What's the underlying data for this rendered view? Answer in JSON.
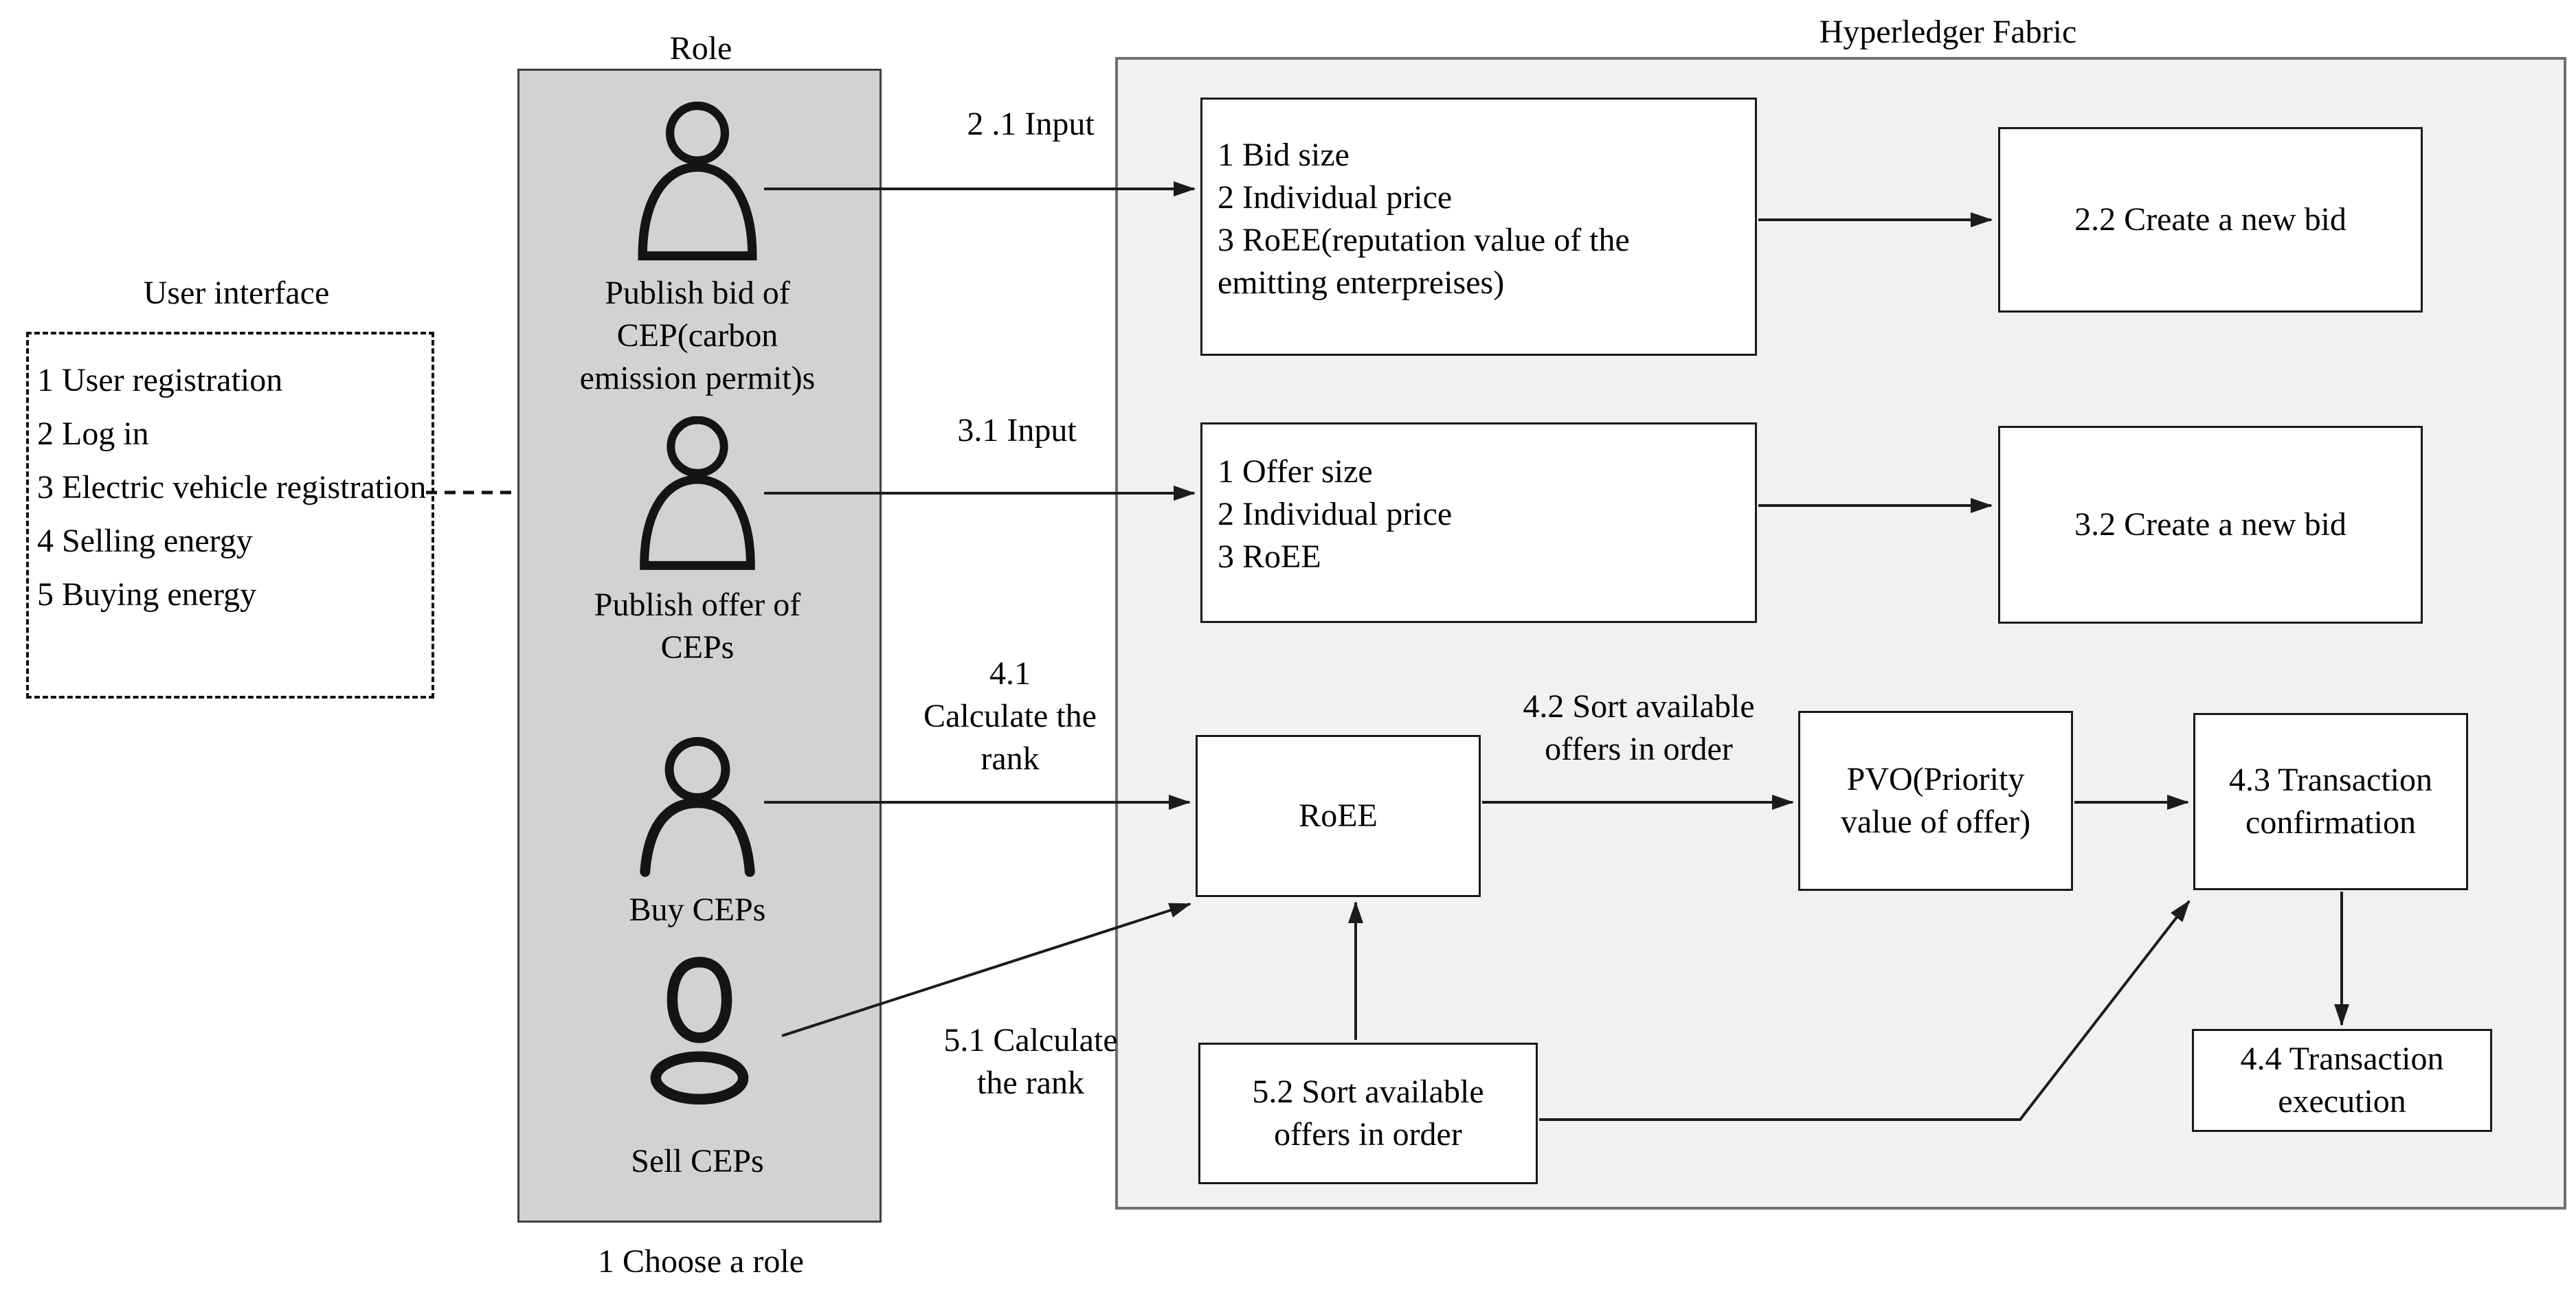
{
  "user_interface": {
    "title": "User interface",
    "items": [
      "1 User registration",
      "2 Log in",
      "3 Electric vehicle registration",
      "4 Selling energy",
      "5 Buying energy"
    ]
  },
  "role": {
    "title": "Role",
    "footer": "1 Choose a role",
    "roles": [
      {
        "icon": "person-icon",
        "label": "Publish bid of\nCEP(carbon\nemission permit)s"
      },
      {
        "icon": "person-icon",
        "label": "Publish offer of\nCEPs"
      },
      {
        "icon": "person-arc-icon",
        "label": "Buy CEPs"
      },
      {
        "icon": "person-bust-icon",
        "label": "Sell CEPs"
      }
    ]
  },
  "fabric": {
    "title": "Hyperledger Fabric",
    "nodes": {
      "bid_inputs": "1 Bid size\n2 Individual price\n3 RoEE(reputation value of the\nemitting enterpreises)",
      "create_bid_22": "2.2 Create a new bid",
      "offer_inputs": "1 Offer size\n2 Individual price\n3 RoEE",
      "create_bid_32": "3.2 Create a new bid",
      "roee": "RoEE",
      "pvo": "PVO(Priority\nvalue of offer)",
      "confirmation_43": "4.3 Transaction\nconfirmation",
      "sort_52": "5.2 Sort available\noffers in order",
      "execution_44": "4.4 Transaction\nexecution"
    }
  },
  "arrow_labels": {
    "input_21": "2 .1 Input",
    "input_31": "3.1 Input",
    "calc_41": "4.1\nCalculate the\nrank",
    "sort_42": "4.2 Sort available\noffers in order",
    "calc_51": "5.1 Calculate\nthe rank"
  },
  "colors": {
    "role_fill": "#d2d2d2",
    "fabric_fill": "#f1f1ef",
    "container_border": "#6f6f6f",
    "node_border": "#1a1a1a",
    "text": "#000000"
  }
}
